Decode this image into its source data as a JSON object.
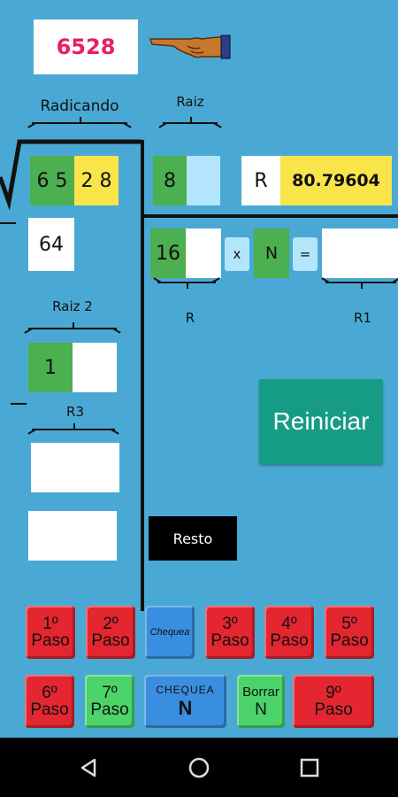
{
  "top": {
    "number": "6528"
  },
  "radicando": {
    "label": "Radicando",
    "digits_green": "6 5",
    "digits_yellow": "2 8"
  },
  "raiz": {
    "label": "Raiz",
    "value": "8",
    "empty": ""
  },
  "result": {
    "r_label": "R",
    "value": "80.79604"
  },
  "left_column": {
    "subtract_value": "64",
    "raiz2_label": "Raiz 2",
    "raiz2_value": "1",
    "r3_label": "R3"
  },
  "equation": {
    "r_value": "16",
    "times": "x",
    "n_label": "N",
    "equals": "=",
    "r_label": "R",
    "r1_label": "R1"
  },
  "buttons": {
    "reiniciar": "Reiniciar",
    "resto": "Resto",
    "paso1": "1º\nPaso",
    "paso2": "2º\nPaso",
    "chequea": "Chequea",
    "paso3": "3º\nPaso",
    "paso4": "4º\nPaso",
    "paso5": "5º\nPaso",
    "paso6": "6º\nPaso",
    "paso7": "7º\nPaso",
    "chequea_n_top": "CHEQUEA",
    "chequea_n_bottom": "N",
    "borrar_top": "Borrar",
    "borrar_bottom": "N",
    "paso9": "9º\nPaso"
  },
  "colors": {
    "background": "#4aa9d4",
    "green": "#4caf50",
    "yellow": "#f9e44a",
    "teal": "#169c85",
    "red": "#e3262f",
    "number_pink": "#e91e63"
  },
  "icons": [
    "pointing-hand-icon",
    "back-icon",
    "home-icon",
    "recents-icon"
  ]
}
